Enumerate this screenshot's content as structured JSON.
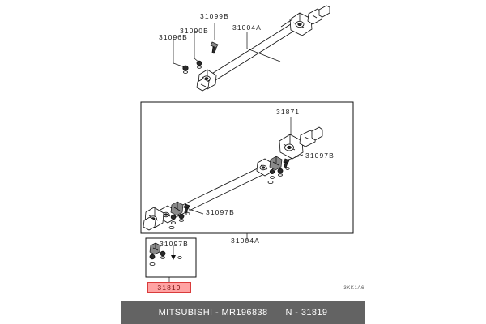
{
  "page": {
    "background": "#ffffff",
    "diagram_code": "3KK1A6"
  },
  "top_assembly": {
    "name": "front propeller shaft assembly",
    "labels": [
      {
        "id": "lbl-31096b",
        "text": "31096B"
      },
      {
        "id": "lbl-31090b",
        "text": "31090B"
      },
      {
        "id": "lbl-31099b",
        "text": "31099B"
      },
      {
        "id": "lbl-31004a-top",
        "text": "31004A"
      }
    ]
  },
  "middle_assembly": {
    "name": "rear propeller shaft assembly",
    "labels": [
      {
        "id": "lbl-31871",
        "text": "31871"
      },
      {
        "id": "lbl-31097b-right",
        "text": "31097B"
      },
      {
        "id": "lbl-31097b-left",
        "text": "31097B"
      },
      {
        "id": "lbl-31004a-mid",
        "text": "31004A"
      }
    ]
  },
  "detail_box": {
    "name": "universal joint kit detail",
    "label": "31097B",
    "highlight": {
      "part_number": "31819",
      "fill_color": "#ffa3a3",
      "border_color": "#d93b3b",
      "text_color": "#7a1212"
    }
  },
  "footer": {
    "brand": "MITSUBISHI - MR196838",
    "reference": "N - 31819",
    "background": "#636363",
    "text_color": "#ffffff"
  }
}
